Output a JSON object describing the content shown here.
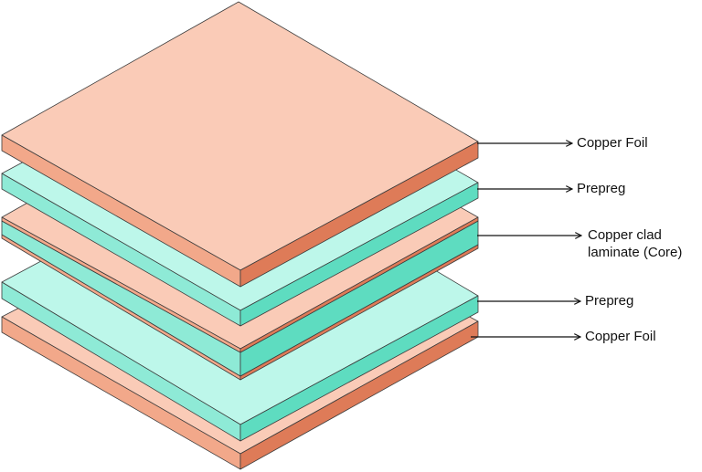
{
  "layers": [
    {
      "label_lines": [
        "Copper Foil"
      ],
      "material": "copper"
    },
    {
      "label_lines": [
        "Prepreg"
      ],
      "material": "prepreg"
    },
    {
      "label_lines": [
        "Copper clad",
        "laminate (Core)"
      ],
      "material": "core"
    },
    {
      "label_lines": [
        "Prepreg"
      ],
      "material": "prepreg"
    },
    {
      "label_lines": [
        "Copper Foil"
      ],
      "material": "copper"
    }
  ],
  "colors": {
    "copper_top": "#FACBB7",
    "copper_left": "#F2A88A",
    "copper_right": "#DE7B58",
    "prepreg_top": "#BDF7EA",
    "prepreg_left": "#8EEAD6",
    "prepreg_right": "#5EDCC0",
    "outline": "#3c3c3c"
  }
}
